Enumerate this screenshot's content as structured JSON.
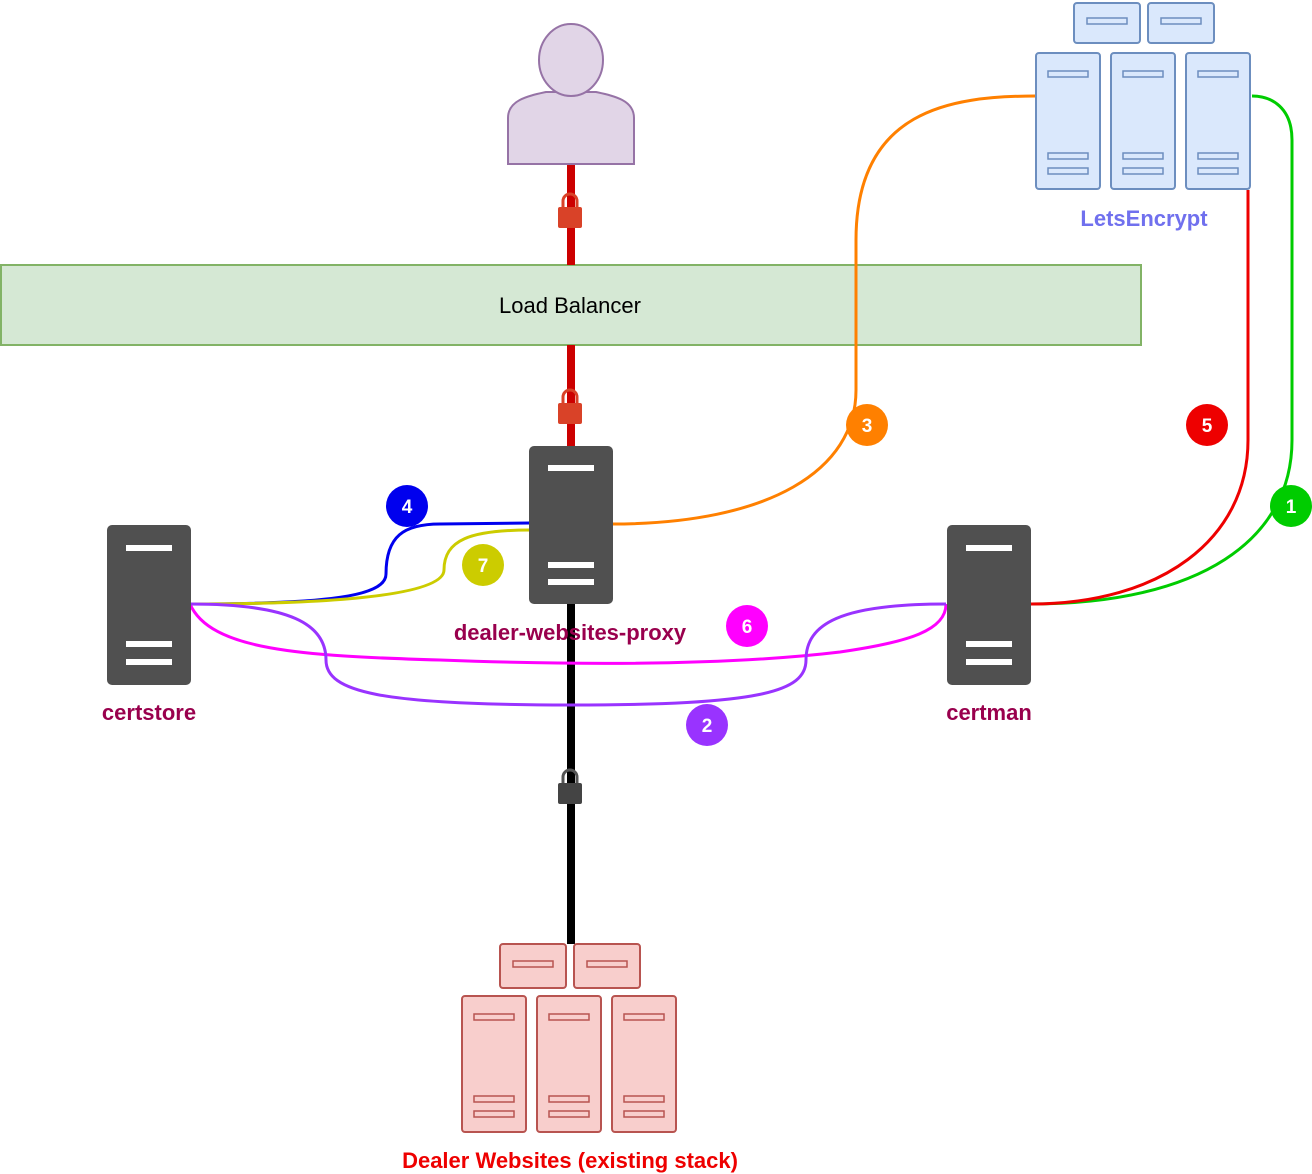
{
  "load_balancer": {
    "label": "Load Balancer"
  },
  "nodes": {
    "user": {
      "icon": "user-icon"
    },
    "letsencrypt": {
      "label": "LetsEncrypt",
      "icon": "server-cluster-icon",
      "color": "#7070ee"
    },
    "proxy": {
      "label": "dealer-websites-proxy",
      "icon": "server-icon",
      "color": "#99004d"
    },
    "certstore": {
      "label": "certstore",
      "icon": "server-icon",
      "color": "#99004d"
    },
    "certman": {
      "label": "certman",
      "icon": "server-icon",
      "color": "#99004d"
    },
    "dealer_websites": {
      "label": "Dealer Websites (existing stack)",
      "icon": "server-cluster-icon",
      "color": "#ee0000"
    }
  },
  "steps": [
    {
      "number": "1",
      "color": "#00cc00"
    },
    {
      "number": "2",
      "color": "#9933ff"
    },
    {
      "number": "3",
      "color": "#ff8000"
    },
    {
      "number": "4",
      "color": "#0000ee"
    },
    {
      "number": "5",
      "color": "#ee0000"
    },
    {
      "number": "6",
      "color": "#ff00ff"
    },
    {
      "number": "7",
      "color": "#cccc00"
    }
  ]
}
